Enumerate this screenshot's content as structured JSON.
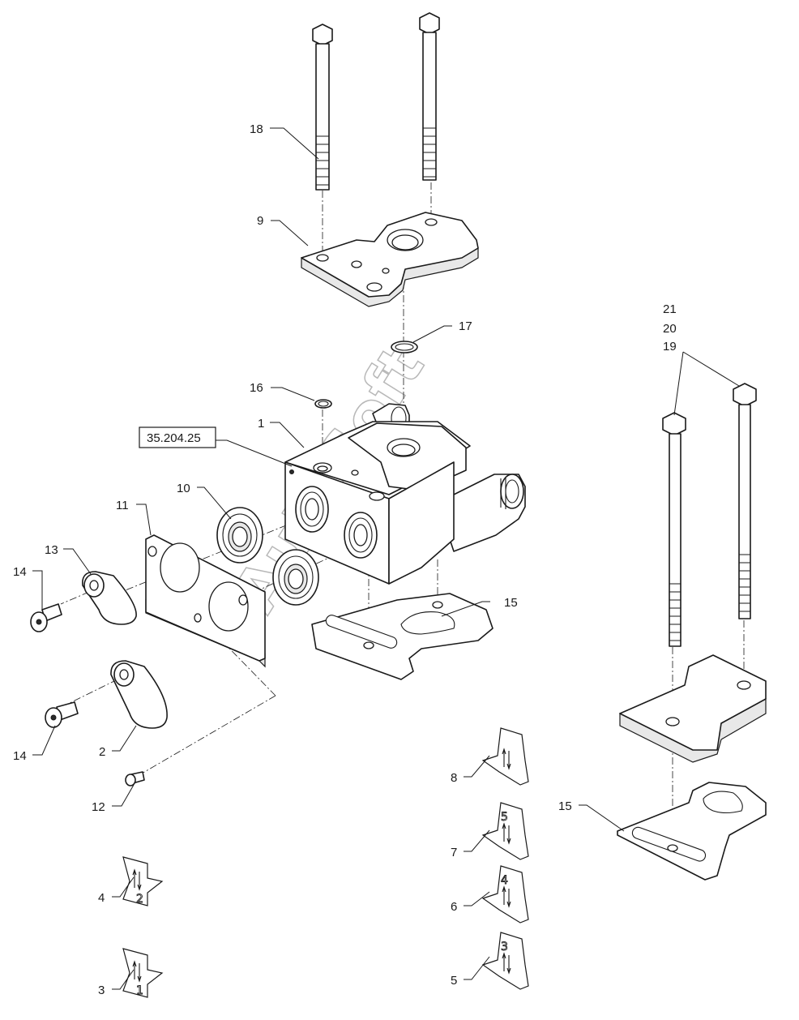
{
  "reference": {
    "label": "35.204.25"
  },
  "watermark": {
    "text": "AutoSoft"
  },
  "callouts": {
    "c1": "1",
    "c2": "2",
    "c3": "3",
    "c4": "4",
    "c5": "5",
    "c6": "6",
    "c7": "7",
    "c8": "8",
    "c9": "9",
    "c10": "10",
    "c11": "11",
    "c12": "12",
    "c13": "13",
    "c14a": "14",
    "c14b": "14",
    "c15a": "15",
    "c15b": "15",
    "c16": "16",
    "c17": "17",
    "c18": "18",
    "c19": "19",
    "c20": "20",
    "c21": "21"
  },
  "decals": {
    "d3": "1",
    "d4": "2",
    "d5": "3",
    "d6": "4",
    "d7": "5",
    "d8": ""
  }
}
